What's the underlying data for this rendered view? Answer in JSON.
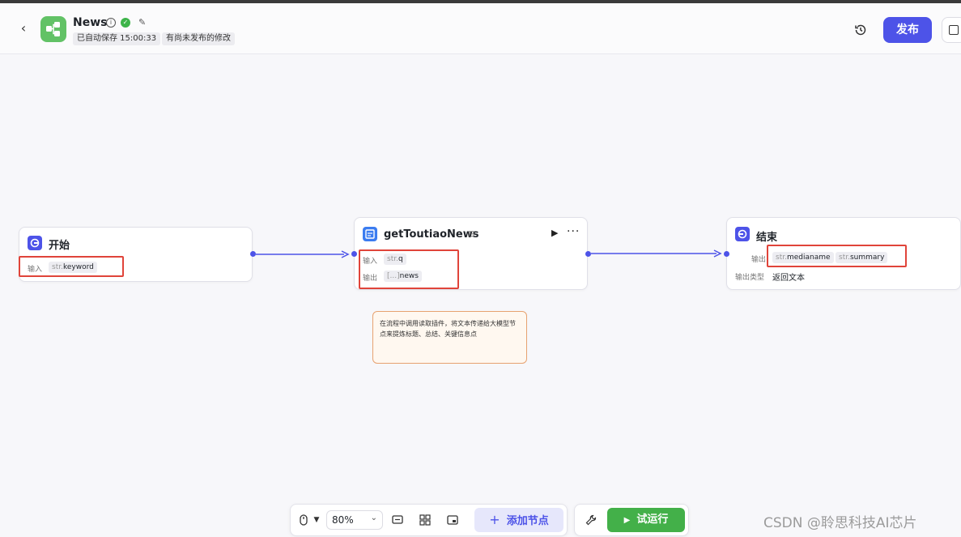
{
  "header": {
    "back_icon": "chevron-left-icon",
    "app_icon": "workflow-icon",
    "title": "News",
    "autosave": "已自动保存 15:00:33",
    "unpublished": "有尚未发布的修改",
    "publish_label": "发布",
    "accent": "#4d53e8"
  },
  "nodes": {
    "start": {
      "title": "开始",
      "input_label": "输入",
      "input_type": "str.",
      "input_name": "keyword"
    },
    "plugin": {
      "title": "getToutiaoNews",
      "input_label": "输入",
      "input_type": "str.",
      "input_name": "q",
      "output_label": "输出",
      "output_type": "[...]",
      "output_name": "news",
      "run_icon": "play-icon",
      "more_icon": "more-icon"
    },
    "end": {
      "title": "结束",
      "output_label": "输出",
      "outputs": [
        {
          "type": "str.",
          "name": "medianame"
        },
        {
          "type": "str.",
          "name": "summary"
        }
      ],
      "output_type_label": "输出类型",
      "output_type_value": "返回文本"
    }
  },
  "note": "在流程中调用读取插件，将文本传递给大模型节点来提炼标题、总结、关键信息点",
  "toolbar": {
    "zoom": "80%",
    "add_node": "添加节点",
    "run": "试运行",
    "run_color": "#43b049"
  },
  "watermark": "CSDN @聆思科技AI芯片"
}
